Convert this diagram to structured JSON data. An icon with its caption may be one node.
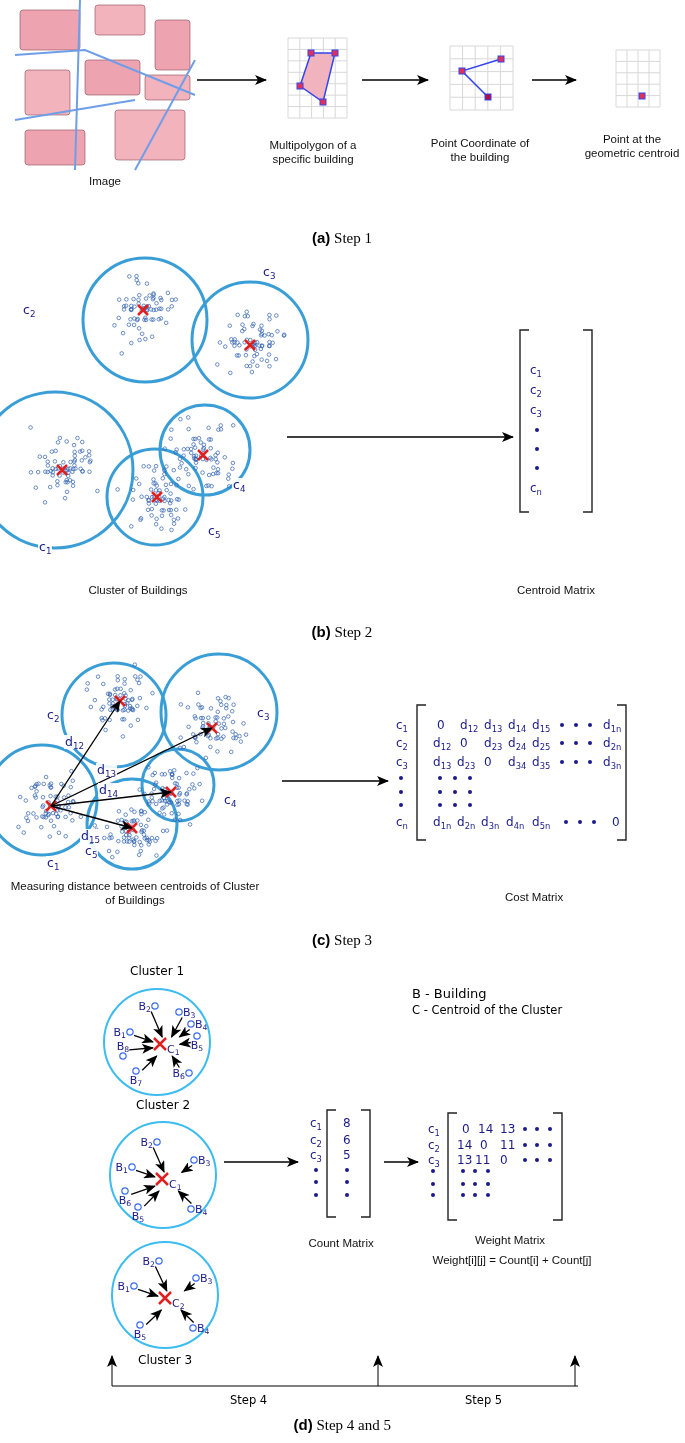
{
  "diagram": {
    "nodes": [
      {
        "text": [],
        "shape": "picture",
        "beside": [
          "Image"
        ]
      },
      {
        "text": [],
        "shape": "picture",
        "beside": [
          "Multipolygon of a specific building"
        ]
      },
      {
        "text": [],
        "shape": "picture",
        "beside": [
          "Point Coordinate of the building"
        ]
      },
      {
        "text": [],
        "shape": "picture",
        "beside": [
          "Point at the geometric centroid"
        ]
      },
      {
        "text": [],
        "shape": "picture",
        "beside": [
          "Cluster of Buildings"
        ]
      },
      {
        "text": [
          "c$_{1}$",
          "c$_{2}$",
          "c$_{3}$",
          "c$_{n}$"
        ]
      },
      {
        "text": [],
        "shape": "picture",
        "beside": [
          "Measuring distance between centroids of Cluster of Buildings"
        ]
      },
      {
        "text": [
          "c$_{1}$",
          "0",
          "d$_{12}$",
          "d$_{13}$",
          "d$_{14}$",
          "d$_{15}$",
          "d$_{1n}$",
          "c$_{2}$",
          "d$_{12}$",
          "0",
          "d$_{23}$",
          "d$_{24}$",
          "d$_{25}$",
          "d$_{2n}$",
          "c$_{3}$",
          "d$_{13}$",
          "d$_{23}$",
          "0",
          "d$_{34}$",
          "d$_{35}$",
          "d$_{3n}$",
          "c$_{n}$",
          "d$_{1n}$",
          "d$_{2n}$",
          "d$_{3n}$",
          "d$_{4n}$",
          "d$_{5n}$",
          "0"
        ]
      },
      {
        "text": [
          "Cluster 1"
        ]
      },
      {
        "text": [
          "B$_{1}$"
        ],
        "in": 8
      },
      {
        "text": [
          "B$_{2}$"
        ],
        "in": 8
      },
      {
        "text": [
          "B$_{3}$"
        ],
        "in": 8
      },
      {
        "text": [
          "B$_{4}$"
        ],
        "in": 8
      },
      {
        "text": [
          "B$_{5}$"
        ],
        "in": 8
      },
      {
        "text": [
          "B$_{6}$"
        ],
        "in": 8
      },
      {
        "text": [
          "B$_{7}$"
        ],
        "in": 8
      },
      {
        "text": [
          "B$_{8}$"
        ],
        "in": 8
      },
      {
        "text": [
          "C$_{1}$"
        ],
        "in": 8
      },
      {
        "text": [
          "Cluster 2"
        ]
      },
      {
        "text": [
          "B$_{1}$"
        ],
        "in": 18
      },
      {
        "text": [
          "B$_{2}$"
        ],
        "in": 18
      },
      {
        "text": [
          "B$_{3}$"
        ],
        "in": 18
      },
      {
        "text": [
          "B$_{4}$"
        ],
        "in": 18
      },
      {
        "text": [
          "B$_{5}$"
        ],
        "in": 18
      },
      {
        "text": [
          "B$_{6}$"
        ],
        "in": 18
      },
      {
        "text": [
          "C$_{1}$"
        ],
        "in": 18
      },
      {
        "text": [
          "Cluster 3"
        ]
      },
      {
        "text": [
          "B$_{1}$"
        ],
        "in": 26
      },
      {
        "text": [
          "B$_{2}$"
        ],
        "in": 26
      },
      {
        "text": [
          "B$_{3}$"
        ],
        "in": 26
      },
      {
        "text": [
          "B$_{4}$"
        ],
        "in": 26
      },
      {
        "text": [
          "B$_{5}$"
        ],
        "in": 26
      },
      {
        "text": [
          "C$_{2}$"
        ],
        "in": 26
      },
      {
        "text": [
          "c$_{1}$",
          "8",
          "c$_{2}$",
          "6",
          "c$_{3}$",
          "5"
        ],
        "beside": [
          "Count Matrix"
        ]
      },
      {
        "text": [
          "c$_{1}$",
          "0",
          "14",
          "13",
          "c$_{2}$",
          "14",
          "0",
          "11",
          "c$_{3}$",
          "13",
          "11",
          "0"
        ],
        "beside": [
          "Weight Matrix",
          "Weight[i][j] = Count[i] + Count[j]"
        ]
      }
    ],
    "edges": [
      {
        "from": 0,
        "to": 1,
        "arrow": "to"
      },
      {
        "from": 1,
        "to": 2,
        "arrow": "to"
      },
      {
        "from": 2,
        "to": 3,
        "arrow": "to"
      },
      {
        "from": 4,
        "to": 5,
        "arrow": "to"
      },
      {
        "from": 6,
        "to": 7,
        "arrow": "to"
      },
      {
        "from": 9,
        "to": 17,
        "arrow": "to"
      },
      {
        "from": 10,
        "to": 17,
        "arrow": "to"
      },
      {
        "from": 11,
        "to": 17,
        "arrow": "to"
      },
      {
        "from": 12,
        "to": 17,
        "arrow": "to"
      },
      {
        "from": 13,
        "to": 17,
        "arrow": "to"
      },
      {
        "from": 14,
        "to": 17,
        "arrow": "to"
      },
      {
        "from": 15,
        "to": 17,
        "arrow": "to"
      },
      {
        "from": 16,
        "to": 17,
        "arrow": "to"
      },
      {
        "from": 19,
        "to": 25,
        "arrow": "to"
      },
      {
        "from": 20,
        "to": 25,
        "arrow": "to"
      },
      {
        "from": 21,
        "to": 25,
        "arrow": "to"
      },
      {
        "from": 22,
        "to": 25,
        "arrow": "to"
      },
      {
        "from": 23,
        "to": 25,
        "arrow": "to"
      },
      {
        "from": 24,
        "to": 25,
        "arrow": "to"
      },
      {
        "from": 27,
        "to": 32,
        "arrow": "to"
      },
      {
        "from": 28,
        "to": 32,
        "arrow": "to"
      },
      {
        "from": 29,
        "to": 32,
        "arrow": "to"
      },
      {
        "from": 30,
        "to": 32,
        "arrow": "to"
      },
      {
        "from": 31,
        "to": 32,
        "arrow": "to"
      },
      {
        "from": 18,
        "to": 33,
        "arrow": "to"
      },
      {
        "from": 33,
        "to": 34,
        "arrow": "to"
      }
    ],
    "labels": [
      "**(a)** Step 1",
      "c$_{2}$",
      "c$_{3}$",
      "c$_{4}$",
      "c$_{5}$",
      "c$_{1}$",
      "Centroid Matrix",
      "**(b)** Step 2",
      "c$_{2}$",
      "c$_{3}$",
      "d$_{12}$",
      "d$_{13}$",
      "d$_{14}$",
      "c$_{4}$",
      "d$_{15}$",
      "c$_{5}$",
      "c$_{1}$",
      "Cost Matrix",
      "**(c)** Step 3",
      "B - Building",
      "C - Centroid of the Cluster",
      "Step 4",
      "Step 5",
      "**(d)** Step 4 and 5"
    ]
  }
}
